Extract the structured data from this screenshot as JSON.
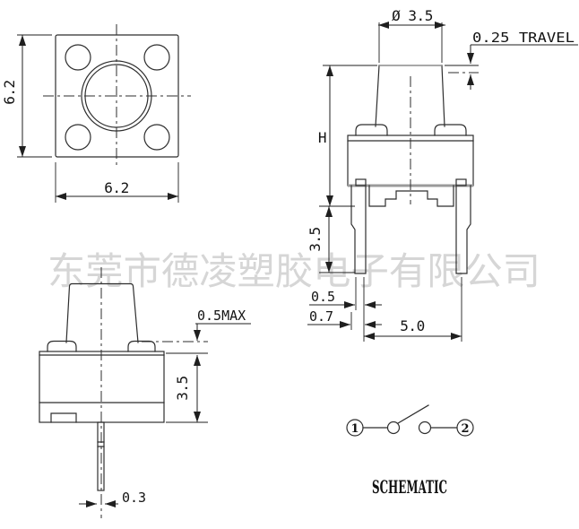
{
  "colors": {
    "background": "#ffffff",
    "line": "#2e2e2e",
    "gray_line": "#8c8c8c",
    "dimension": "#1f1f1f",
    "watermark": "#d6d6d6"
  },
  "watermark": {
    "text": "东莞市德凌塑胶电子有限公司"
  },
  "top_view": {
    "width": "6.2",
    "height": "6.2"
  },
  "side_view": {
    "button_diameter": "Ø 3.5",
    "travel": "0.25 TRAVEL",
    "height_label": "H",
    "pin_length": "3.5",
    "pin_tip_width": "0.5",
    "pin_width": "0.7",
    "pin_pitch": "5.0"
  },
  "front_view": {
    "stem_protrusion": "0.5MAX",
    "body_height": "3.5",
    "pin_thickness": "0.3"
  },
  "schematic": {
    "terminal_1": "1",
    "terminal_2": "2",
    "title": "SCHEMATIC"
  }
}
